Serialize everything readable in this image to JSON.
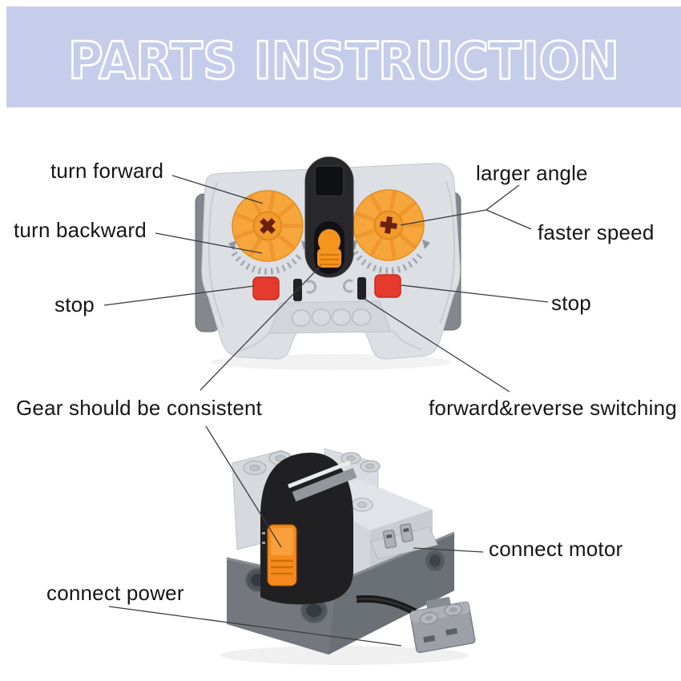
{
  "title_banner": {
    "text": "PARTS INSTRUCTION"
  },
  "callouts": {
    "turn_forward": "turn forward",
    "turn_backward": "turn backward",
    "stop_left": "stop",
    "larger_angle": "larger angle",
    "faster_speed": "faster speed",
    "stop_right": "stop",
    "gear_consistent": "Gear should be consistent",
    "forward_reverse": "forward&reverse switching",
    "connect_motor": "connect motor",
    "connect_power": "connect power"
  },
  "colors": {
    "banner_bg": "#c6cdeb",
    "banner_outline": "#ffffff",
    "label_text": "#161616",
    "callout_line": "#3c3c3c",
    "remote_body": "#dcdfe4",
    "remote_grip": "#84888e",
    "dial_orange": "#f7a63c",
    "dial_cross": "#6b2009",
    "stop_red": "#e63a2d",
    "lever_orange": "#f7941e",
    "receiver_white": "#d5d8dd",
    "receiver_base": "#74787e",
    "receiver_black": "#202023",
    "switch_orange": "#f68a1c"
  }
}
